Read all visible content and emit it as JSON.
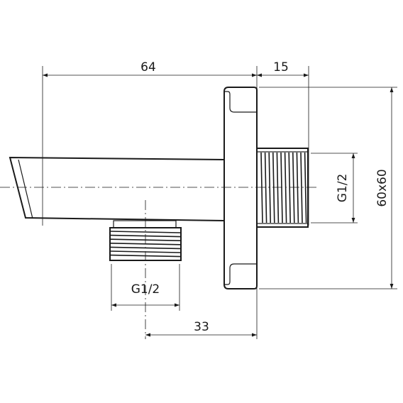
{
  "dimensions": {
    "spout_length": "64",
    "flange_depth": "15",
    "side_thread": "G1/2",
    "bottom_thread": "G1/2",
    "flange_size": "60x60",
    "inlet_offset": "33"
  }
}
